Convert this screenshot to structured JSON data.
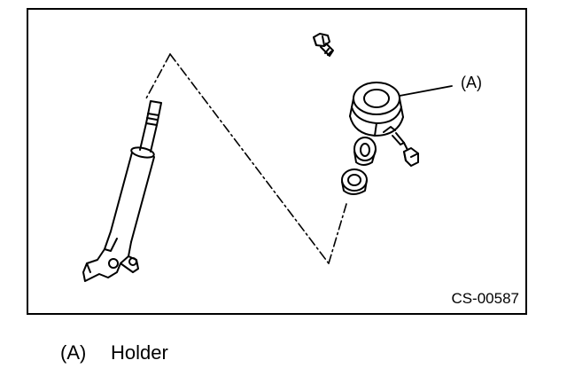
{
  "figure": {
    "code": "CS-00587",
    "callout_label": "(A)"
  },
  "legend": [
    {
      "key": "(A)",
      "text": "Holder"
    }
  ],
  "icons": {
    "shock_absorber": "shock-absorber-illustration",
    "holder": "holder-illustration",
    "bolts": "bolt-illustration",
    "bushings": "bushing-illustration"
  }
}
